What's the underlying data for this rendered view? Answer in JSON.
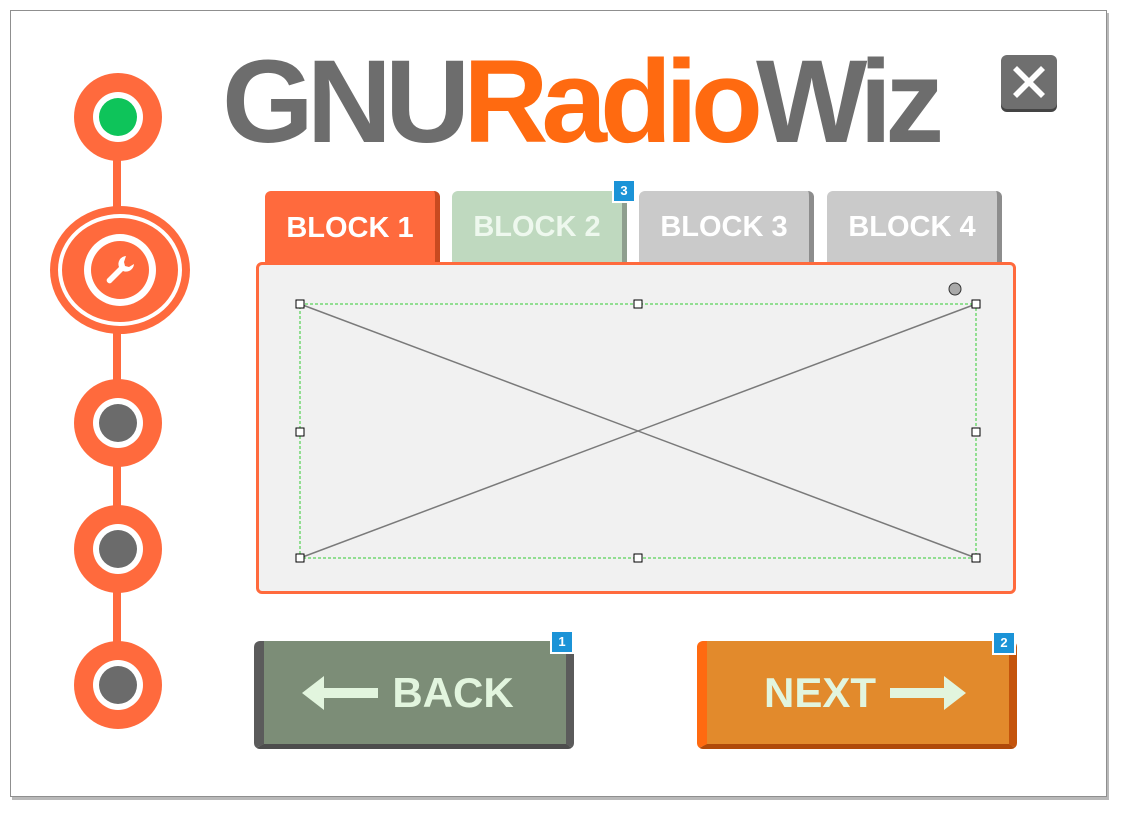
{
  "logo": {
    "part1": "GNU",
    "part2": "Radio",
    "part3": "Wiz"
  },
  "close": {
    "icon": "close-icon"
  },
  "stepper": {
    "steps": [
      {
        "state": "completed",
        "color": "#0ec45a"
      },
      {
        "state": "active",
        "icon": "wrench-icon"
      },
      {
        "state": "pending"
      },
      {
        "state": "pending"
      },
      {
        "state": "pending"
      }
    ]
  },
  "tabs": [
    {
      "label": "BLOCK 1",
      "state": "active"
    },
    {
      "label": "BLOCK 2",
      "state": "visited",
      "badge": "3"
    },
    {
      "label": "BLOCK 3",
      "state": "inactive"
    },
    {
      "label": "BLOCK 4",
      "state": "inactive"
    }
  ],
  "nav": {
    "back_label": "BACK",
    "back_badge": "1",
    "next_label": "NEXT",
    "next_badge": "2"
  },
  "colors": {
    "accent": "#ff6a3d",
    "brand_orange": "#ff6a10",
    "brand_gray": "#6d6d6d",
    "back_button": "#7c8d77",
    "next_button": "#e28a2c",
    "badge": "#1b93d7"
  }
}
